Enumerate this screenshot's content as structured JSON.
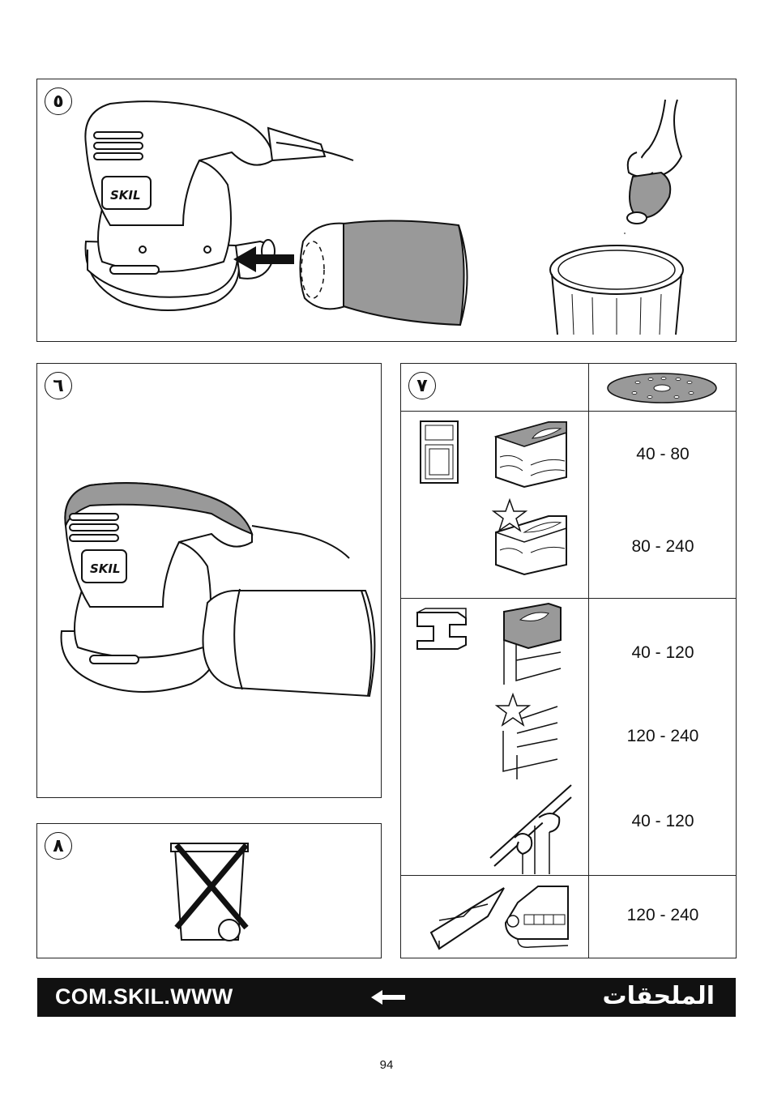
{
  "figures": {
    "fig5": {
      "badge": "٥",
      "brand": "SKIL"
    },
    "fig6": {
      "badge": "٦",
      "brand": "SKIL"
    },
    "fig7": {
      "badge": "٧",
      "rows": [
        {
          "grits": [
            "40 - 80",
            "80 - 240"
          ]
        },
        {
          "grits": [
            "40 - 120",
            "120 - 240",
            "40 - 120"
          ]
        },
        {
          "grits": [
            "120 - 240"
          ]
        }
      ]
    },
    "fig8": {
      "badge": "٨"
    }
  },
  "footer": {
    "url": "COM.SKIL.WWW",
    "arrow_icon": "arrow-left-icon",
    "section": "الملحقات"
  },
  "page_number": "94"
}
